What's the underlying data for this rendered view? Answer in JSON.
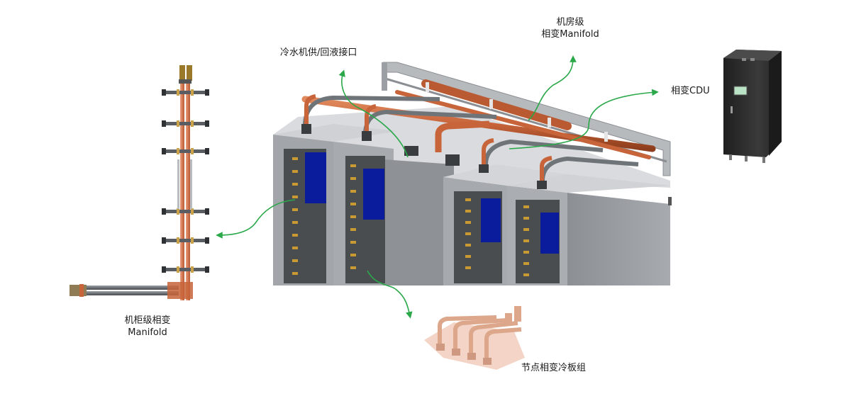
{
  "labels": {
    "chiller_port": "冷水机供/回液接口",
    "room_manifold_line1": "机房级",
    "room_manifold_line2": "相变Manifold",
    "cdu": "相变CDU",
    "cabinet_manifold_line1": "机柜级相变",
    "cabinet_manifold_line2": "Manifold",
    "node_plate": "节点相变冷板组"
  },
  "colors": {
    "arrow": "#2ba84a",
    "copper": "#c8643a",
    "cabinet_gray": "#9a9ea3",
    "blue_panel": "#0a1b9c",
    "cdu_body": "#2b2b2b"
  },
  "icons": [
    "arrow-icon",
    "cdu-cabinet-icon",
    "cold-plate-icon"
  ]
}
